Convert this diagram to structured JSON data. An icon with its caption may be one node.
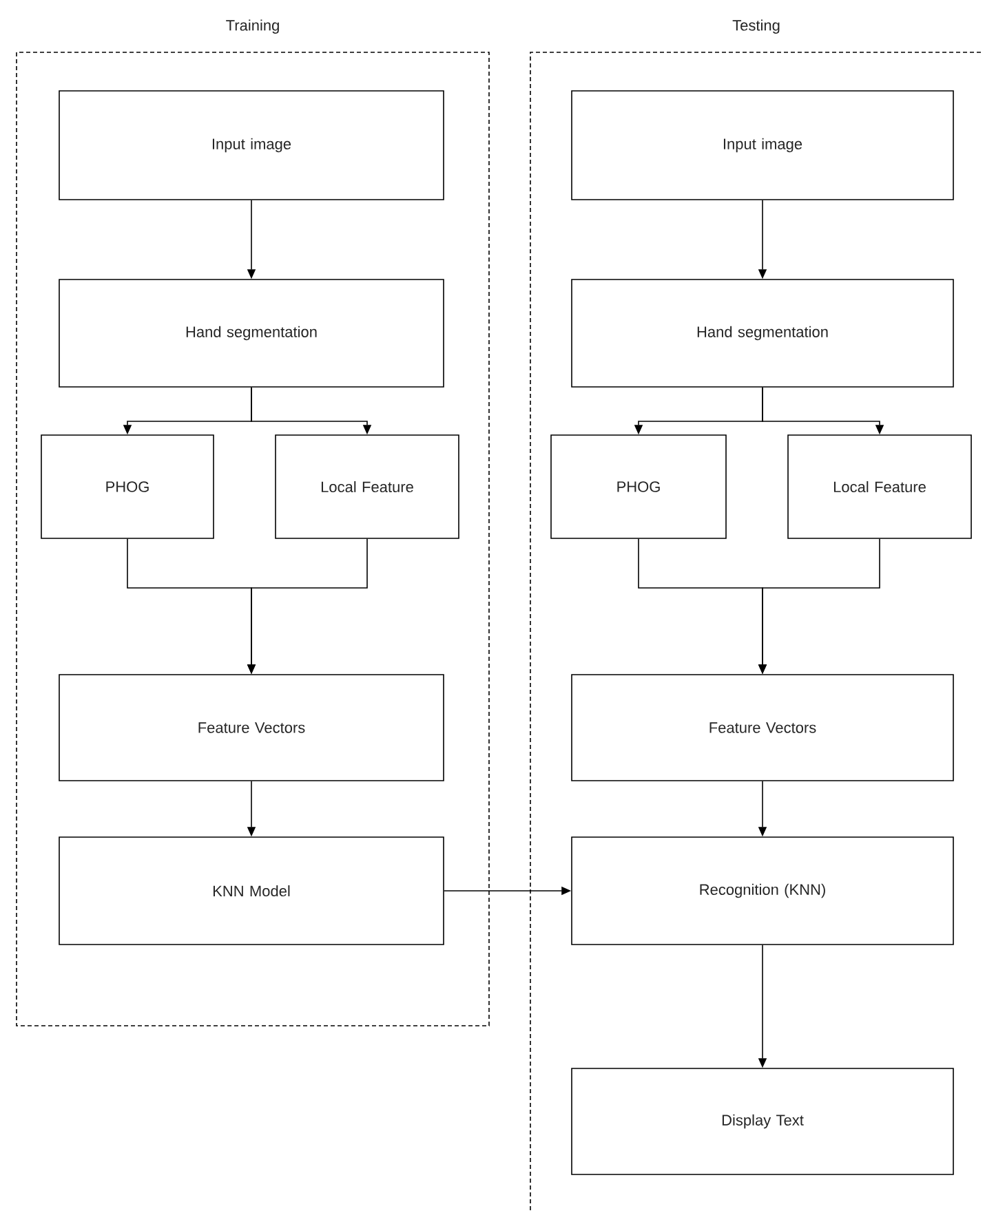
{
  "diagram": {
    "nodes": [
      {
        "text": [
          "Training"
        ]
      },
      {
        "text": [
          "Input image"
        ],
        "in": 0
      },
      {
        "text": [
          "Hand segmentation"
        ],
        "in": 0
      },
      {
        "text": [
          "PHOG"
        ],
        "in": 0
      },
      {
        "text": [
          "Local Feature"
        ],
        "in": 0
      },
      {
        "text": [
          "Feature Vectors"
        ],
        "in": 0
      },
      {
        "text": [
          "KNN Model"
        ],
        "in": 0
      },
      {
        "text": [
          "Testing"
        ]
      },
      {
        "text": [
          "Input image"
        ],
        "in": 7
      },
      {
        "text": [
          "Hand segmentation"
        ],
        "in": 7
      },
      {
        "text": [
          "PHOG"
        ],
        "in": 7
      },
      {
        "text": [
          "Local Feature"
        ],
        "in": 7
      },
      {
        "text": [
          "Feature Vectors"
        ],
        "in": 7
      },
      {
        "text": [
          "Recognition (KNN)"
        ],
        "in": 7
      },
      {
        "text": [
          "Display Text"
        ],
        "in": 7
      }
    ],
    "edges": [
      {
        "from": 1,
        "to": 2,
        "arrow": "to"
      },
      {
        "from": 2,
        "to": 3,
        "arrow": "to"
      },
      {
        "from": 2,
        "to": 4,
        "arrow": "to"
      },
      {
        "from": 3,
        "to": 5,
        "arrow": "to"
      },
      {
        "from": 4,
        "to": 5,
        "arrow": "to"
      },
      {
        "from": 5,
        "to": 6,
        "arrow": "to"
      },
      {
        "from": 6,
        "to": 13,
        "arrow": "to"
      },
      {
        "from": 8,
        "to": 9,
        "arrow": "to"
      },
      {
        "from": 9,
        "to": 10,
        "arrow": "to"
      },
      {
        "from": 9,
        "to": 11,
        "arrow": "to"
      },
      {
        "from": 10,
        "to": 12,
        "arrow": "to"
      },
      {
        "from": 11,
        "to": 12,
        "arrow": "to"
      },
      {
        "from": 12,
        "to": 13,
        "arrow": "to"
      },
      {
        "from": 13,
        "to": 14,
        "arrow": "to"
      }
    ]
  }
}
